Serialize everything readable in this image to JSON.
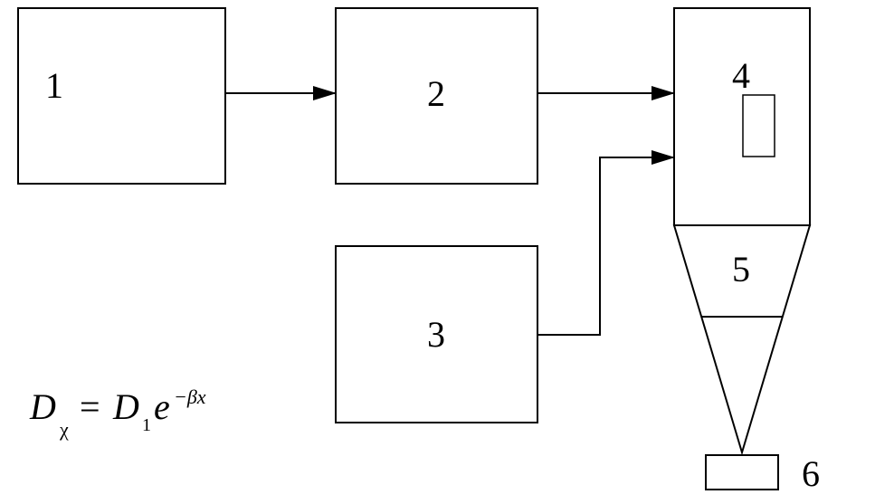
{
  "diagram": {
    "blocks": [
      {
        "id": "block-1",
        "label": "1"
      },
      {
        "id": "block-2",
        "label": "2"
      },
      {
        "id": "block-3",
        "label": "3"
      },
      {
        "id": "block-4",
        "label": "4"
      },
      {
        "id": "block-5",
        "label": "5"
      },
      {
        "id": "block-6",
        "label": "6"
      }
    ],
    "connections": [
      {
        "from": "1",
        "to": "2"
      },
      {
        "from": "2",
        "to": "4"
      },
      {
        "from": "3",
        "to": "4"
      }
    ],
    "formula": {
      "lhs_var": "D",
      "lhs_sub": "χ",
      "equals": "=",
      "rhs_var": "D",
      "rhs_sub": "1",
      "rhs_base": "e",
      "rhs_exp": "−βx"
    },
    "colors": {
      "stroke": "#000000",
      "background": "#ffffff"
    }
  }
}
